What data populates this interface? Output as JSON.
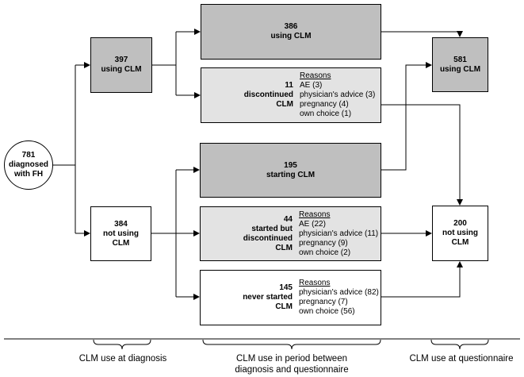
{
  "start": {
    "count": "781",
    "lines": [
      "diagnosed",
      "with FH"
    ]
  },
  "diag_using": {
    "count": "397",
    "label": "using CLM"
  },
  "diag_not_using": {
    "count": "384",
    "lines": [
      "not using",
      "CLM"
    ]
  },
  "cont_using": {
    "count": "386",
    "label": "using CLM"
  },
  "discontinued": {
    "count": "11",
    "lines": [
      "discontinued",
      "CLM"
    ],
    "reasons_header": "Reasons",
    "reasons": [
      "AE (3)",
      "physician's advice (3)",
      "pregnancy (4)",
      "own choice (1)"
    ]
  },
  "starting": {
    "count": "195",
    "label": "starting CLM"
  },
  "started_disc": {
    "count": "44",
    "lines": [
      "started but",
      "discontinued",
      "CLM"
    ],
    "reasons_header": "Reasons",
    "reasons": [
      "AE (22)",
      "physician's advice (11)",
      "pregnancy (9)",
      "own choice (2)"
    ]
  },
  "never_started": {
    "count": "145",
    "lines": [
      "never started",
      "CLM"
    ],
    "reasons_header": "Reasons",
    "reasons": [
      "physician's advice (82)",
      "pregnancy (7)",
      "own choice (56)"
    ]
  },
  "q_using": {
    "count": "581",
    "label": "using CLM"
  },
  "q_not_using": {
    "count": "200",
    "lines": [
      "not using",
      "CLM"
    ]
  },
  "timeline": {
    "at_diagnosis": "CLM use at diagnosis",
    "period_line1": "CLM use in period between",
    "period_line2": "diagnosis and questionnaire",
    "at_questionnaire": "CLM use at questionnaire"
  }
}
